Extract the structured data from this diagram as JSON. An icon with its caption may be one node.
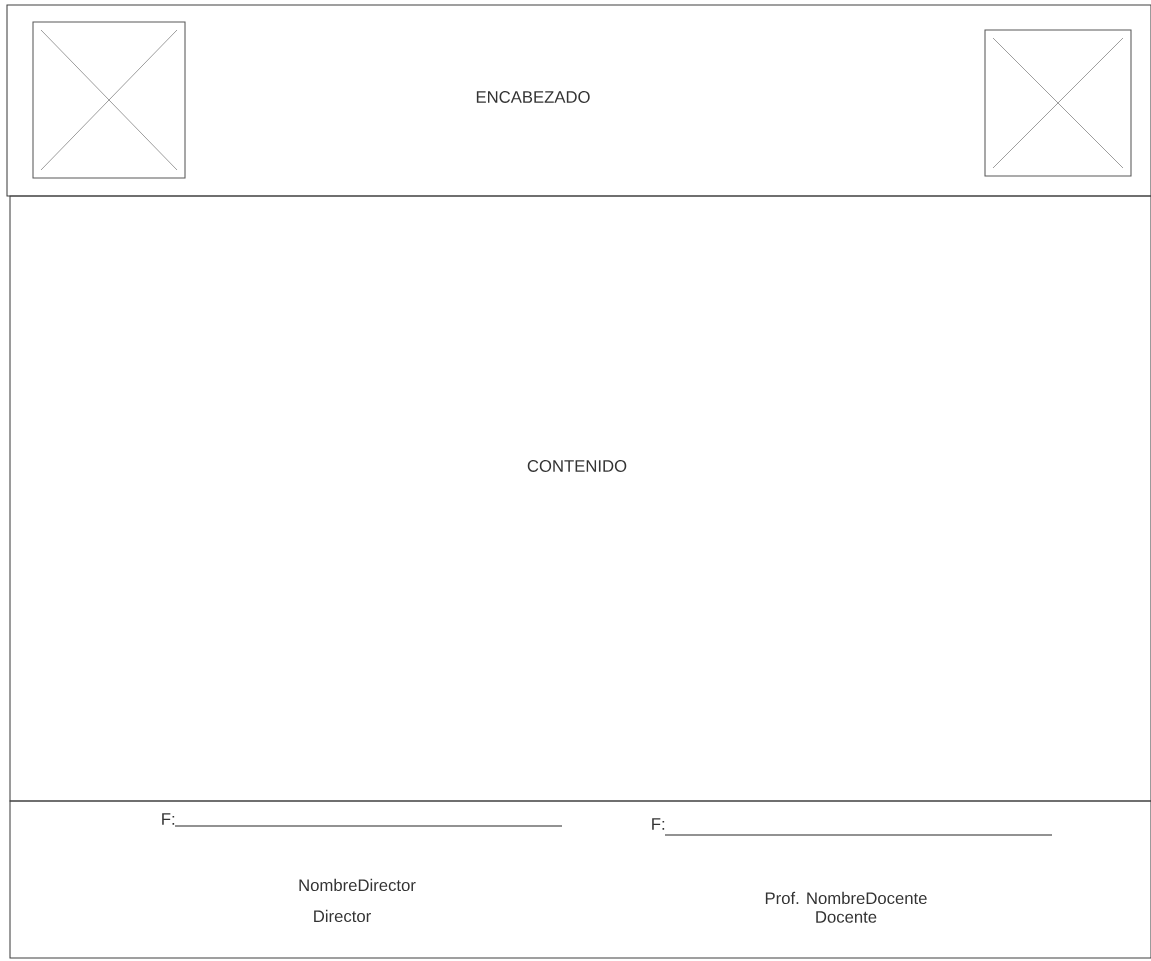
{
  "diagram": {
    "nodes": [
      {
        "text": [
          "ENCABEZADO"
        ]
      },
      {
        "text": [],
        "shape": "picture",
        "in": 0
      },
      {
        "text": [],
        "shape": "picture",
        "in": 0
      },
      {
        "text": [
          "CONTENIDO"
        ]
      },
      {
        "text": [
          "F:",
          "NombreDirector",
          "Director",
          "F:",
          "Prof. NombreDocente",
          "Docente"
        ]
      }
    ]
  }
}
